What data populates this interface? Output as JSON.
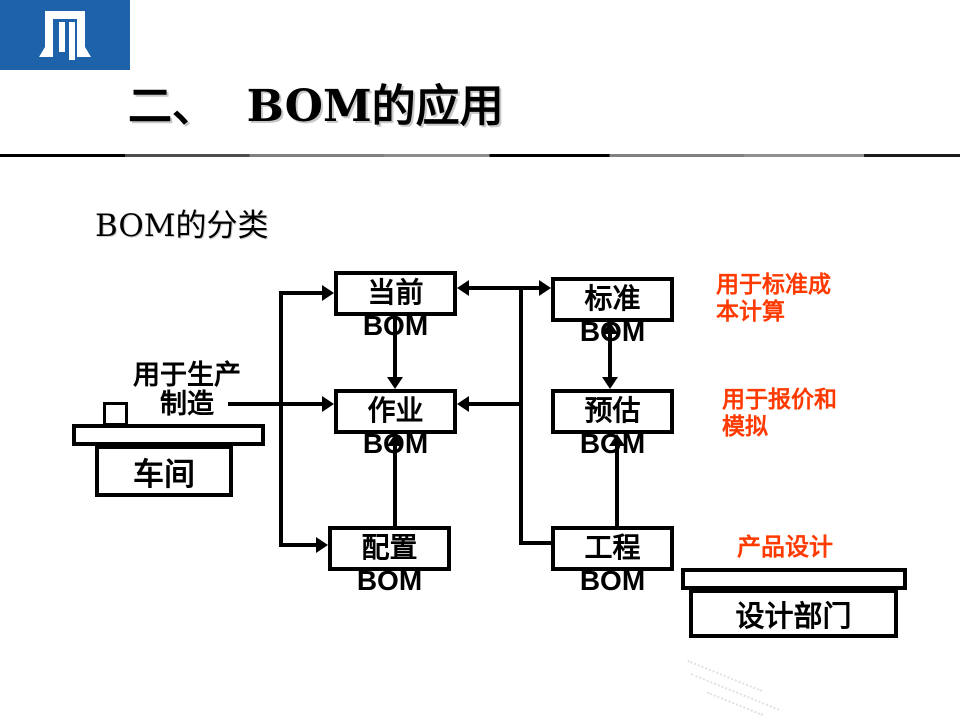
{
  "slide": {
    "title": "二、  BOM的应用",
    "subtitle": "BOM的分类"
  },
  "logo": {
    "icon": "pillars-gate-logo",
    "background_color": "#1E63A9",
    "glyph_color": "#FFFFFF"
  },
  "diagram": {
    "boxes": {
      "current": {
        "label": "当前BOM"
      },
      "standard": {
        "label": "标准BOM"
      },
      "work": {
        "label": "作业BOM"
      },
      "estimate": {
        "label": "预估BOM"
      },
      "config": {
        "label": "配置BOM"
      },
      "engineering": {
        "label": "工程BOM"
      }
    },
    "annotations": {
      "production": {
        "text": "用于生产制造",
        "color": "#000000"
      },
      "standard_cost": {
        "text": "用于标准成本计算",
        "color": "#FF3A00"
      },
      "quote_simulation": {
        "text": "用于报价和模拟",
        "color": "#FF3A00"
      },
      "product_design": {
        "text": "产品设计",
        "color": "#FF3A00"
      }
    },
    "departments": {
      "workshop": {
        "label": "车间"
      },
      "design": {
        "label": "设计部门"
      }
    }
  },
  "colors": {
    "accent_orange": "#FF3A00",
    "logo_blue": "#1E63A9",
    "line_black": "#000000"
  }
}
